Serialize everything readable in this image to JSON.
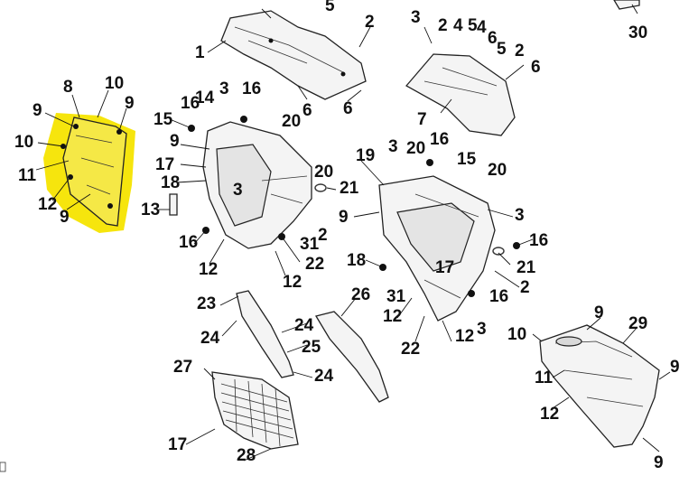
{
  "diagram": {
    "highlight_color": "#f5e400",
    "callouts": [
      {
        "id": "c5a",
        "text": "5"
      },
      {
        "id": "c2a",
        "text": "2"
      },
      {
        "id": "c1",
        "text": "1"
      },
      {
        "id": "c6a",
        "text": "6"
      },
      {
        "id": "c6b",
        "text": "6"
      },
      {
        "id": "c3a",
        "text": "3"
      },
      {
        "id": "c2b",
        "text": "2"
      },
      {
        "id": "c4",
        "text": "4"
      },
      {
        "id": "c5b",
        "text": "5"
      },
      {
        "id": "c4b",
        "text": "4"
      },
      {
        "id": "c6c",
        "text": "6"
      },
      {
        "id": "c5c",
        "text": "5"
      },
      {
        "id": "c2c",
        "text": "2"
      },
      {
        "id": "c6d",
        "text": "6"
      },
      {
        "id": "c7",
        "text": "7"
      },
      {
        "id": "c30",
        "text": "30"
      },
      {
        "id": "c10a",
        "text": "10"
      },
      {
        "id": "c8",
        "text": "8"
      },
      {
        "id": "c9a",
        "text": "9"
      },
      {
        "id": "c9b",
        "text": "9"
      },
      {
        "id": "c10b",
        "text": "10"
      },
      {
        "id": "c11a",
        "text": "11"
      },
      {
        "id": "c12a",
        "text": "12"
      },
      {
        "id": "c9c",
        "text": "9"
      },
      {
        "id": "c16a",
        "text": "16"
      },
      {
        "id": "c14",
        "text": "14"
      },
      {
        "id": "c3b",
        "text": "3"
      },
      {
        "id": "c16b",
        "text": "16"
      },
      {
        "id": "c15a",
        "text": "15"
      },
      {
        "id": "c20a",
        "text": "20"
      },
      {
        "id": "c9d",
        "text": "9"
      },
      {
        "id": "c17a",
        "text": "17"
      },
      {
        "id": "c18a",
        "text": "18"
      },
      {
        "id": "c20b",
        "text": "20"
      },
      {
        "id": "c3c",
        "text": "3"
      },
      {
        "id": "c21a",
        "text": "21"
      },
      {
        "id": "c13",
        "text": "13"
      },
      {
        "id": "c16c",
        "text": "16"
      },
      {
        "id": "c2d",
        "text": "2"
      },
      {
        "id": "c31a",
        "text": "31"
      },
      {
        "id": "c22a",
        "text": "22"
      },
      {
        "id": "c12b",
        "text": "12"
      },
      {
        "id": "c12c",
        "text": "12"
      },
      {
        "id": "c19",
        "text": "19"
      },
      {
        "id": "c3d",
        "text": "3"
      },
      {
        "id": "c20c",
        "text": "20"
      },
      {
        "id": "c16d",
        "text": "16"
      },
      {
        "id": "c15b",
        "text": "15"
      },
      {
        "id": "c20d",
        "text": "20"
      },
      {
        "id": "c9e",
        "text": "9"
      },
      {
        "id": "c3e",
        "text": "3"
      },
      {
        "id": "c16e",
        "text": "16"
      },
      {
        "id": "c18b",
        "text": "18"
      },
      {
        "id": "c17b",
        "text": "17"
      },
      {
        "id": "c21b",
        "text": "21"
      },
      {
        "id": "c2e",
        "text": "2"
      },
      {
        "id": "c31b",
        "text": "31"
      },
      {
        "id": "c16f",
        "text": "16"
      },
      {
        "id": "c12d",
        "text": "12"
      },
      {
        "id": "c3f",
        "text": "3"
      },
      {
        "id": "c22b",
        "text": "22"
      },
      {
        "id": "c12e",
        "text": "12"
      },
      {
        "id": "c23",
        "text": "23"
      },
      {
        "id": "c26",
        "text": "26"
      },
      {
        "id": "c24a",
        "text": "24"
      },
      {
        "id": "c24b",
        "text": "24"
      },
      {
        "id": "c25",
        "text": "25"
      },
      {
        "id": "c24c",
        "text": "24"
      },
      {
        "id": "c27",
        "text": "27"
      },
      {
        "id": "c17c",
        "text": "17"
      },
      {
        "id": "c28",
        "text": "28"
      },
      {
        "id": "c9f",
        "text": "9"
      },
      {
        "id": "c29",
        "text": "29"
      },
      {
        "id": "c10c",
        "text": "10"
      },
      {
        "id": "c9g",
        "text": "9"
      },
      {
        "id": "c11b",
        "text": "11"
      },
      {
        "id": "c12f",
        "text": "12"
      },
      {
        "id": "c9h",
        "text": "9"
      }
    ]
  }
}
